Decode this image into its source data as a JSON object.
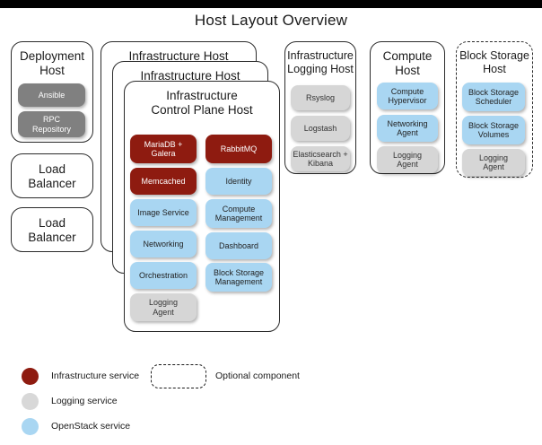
{
  "title": "Host Layout Overview",
  "legend": {
    "items": [
      {
        "swatch": "infra",
        "label": "Infrastructure service"
      },
      {
        "swatch": "logging",
        "label": "Logging service"
      },
      {
        "swatch": "openstack",
        "label": "OpenStack service"
      }
    ],
    "optional_label": "Optional component"
  },
  "colors": {
    "infrastructure_service": "#8e1b10",
    "logging_service": "#d6d6d6",
    "openstack_service": "#a9d6f2",
    "deployment_service": "#808080",
    "card_border": "#2b2b2b",
    "background": "#ffffff"
  },
  "hosts": {
    "deployment": {
      "title": "Deployment\nHost",
      "services": [
        {
          "label": "Ansible",
          "type": "deployment"
        },
        {
          "label": "RPC\nRepository",
          "type": "deployment"
        }
      ]
    },
    "load_balancer_1": {
      "title": "Load\nBalancer"
    },
    "load_balancer_2": {
      "title": "Load\nBalancer"
    },
    "infra_stack": {
      "back_title": "Infrastructure Host",
      "mid_title": "Infrastructure Host",
      "front_title": "Infrastructure\nControl Plane Host",
      "services": [
        {
          "label": "MariaDB +\nGalera",
          "type": "infrastructure"
        },
        {
          "label": "RabbitMQ",
          "type": "infrastructure"
        },
        {
          "label": "Memcached",
          "type": "infrastructure"
        },
        {
          "label": "Identity",
          "type": "openstack"
        },
        {
          "label": "Image Service",
          "type": "openstack"
        },
        {
          "label": "Compute\nManagement",
          "type": "openstack"
        },
        {
          "label": "Networking",
          "type": "openstack"
        },
        {
          "label": "Dashboard",
          "type": "openstack"
        },
        {
          "label": "Orchestration",
          "type": "openstack"
        },
        {
          "label": "Block Storage\nManagement",
          "type": "openstack"
        },
        {
          "label": "Logging\nAgent",
          "type": "logging"
        }
      ]
    },
    "infra_logging": {
      "title": "Infrastructure\nLogging Host",
      "services": [
        {
          "label": "Rsyslog",
          "type": "logging"
        },
        {
          "label": "Logstash",
          "type": "logging"
        },
        {
          "label": "Elasticsearch +\nKibana",
          "type": "logging"
        }
      ]
    },
    "compute": {
      "title": "Compute\nHost",
      "services": [
        {
          "label": "Compute\nHypervisor",
          "type": "openstack"
        },
        {
          "label": "Networking\nAgent",
          "type": "openstack"
        },
        {
          "label": "Logging\nAgent",
          "type": "logging"
        }
      ]
    },
    "block_storage": {
      "title": "Block Storage\nHost",
      "optional": true,
      "services": [
        {
          "label": "Block Storage\nScheduler",
          "type": "openstack"
        },
        {
          "label": "Block Storage\nVolumes",
          "type": "openstack"
        },
        {
          "label": "Logging\nAgent",
          "type": "logging"
        }
      ]
    }
  }
}
